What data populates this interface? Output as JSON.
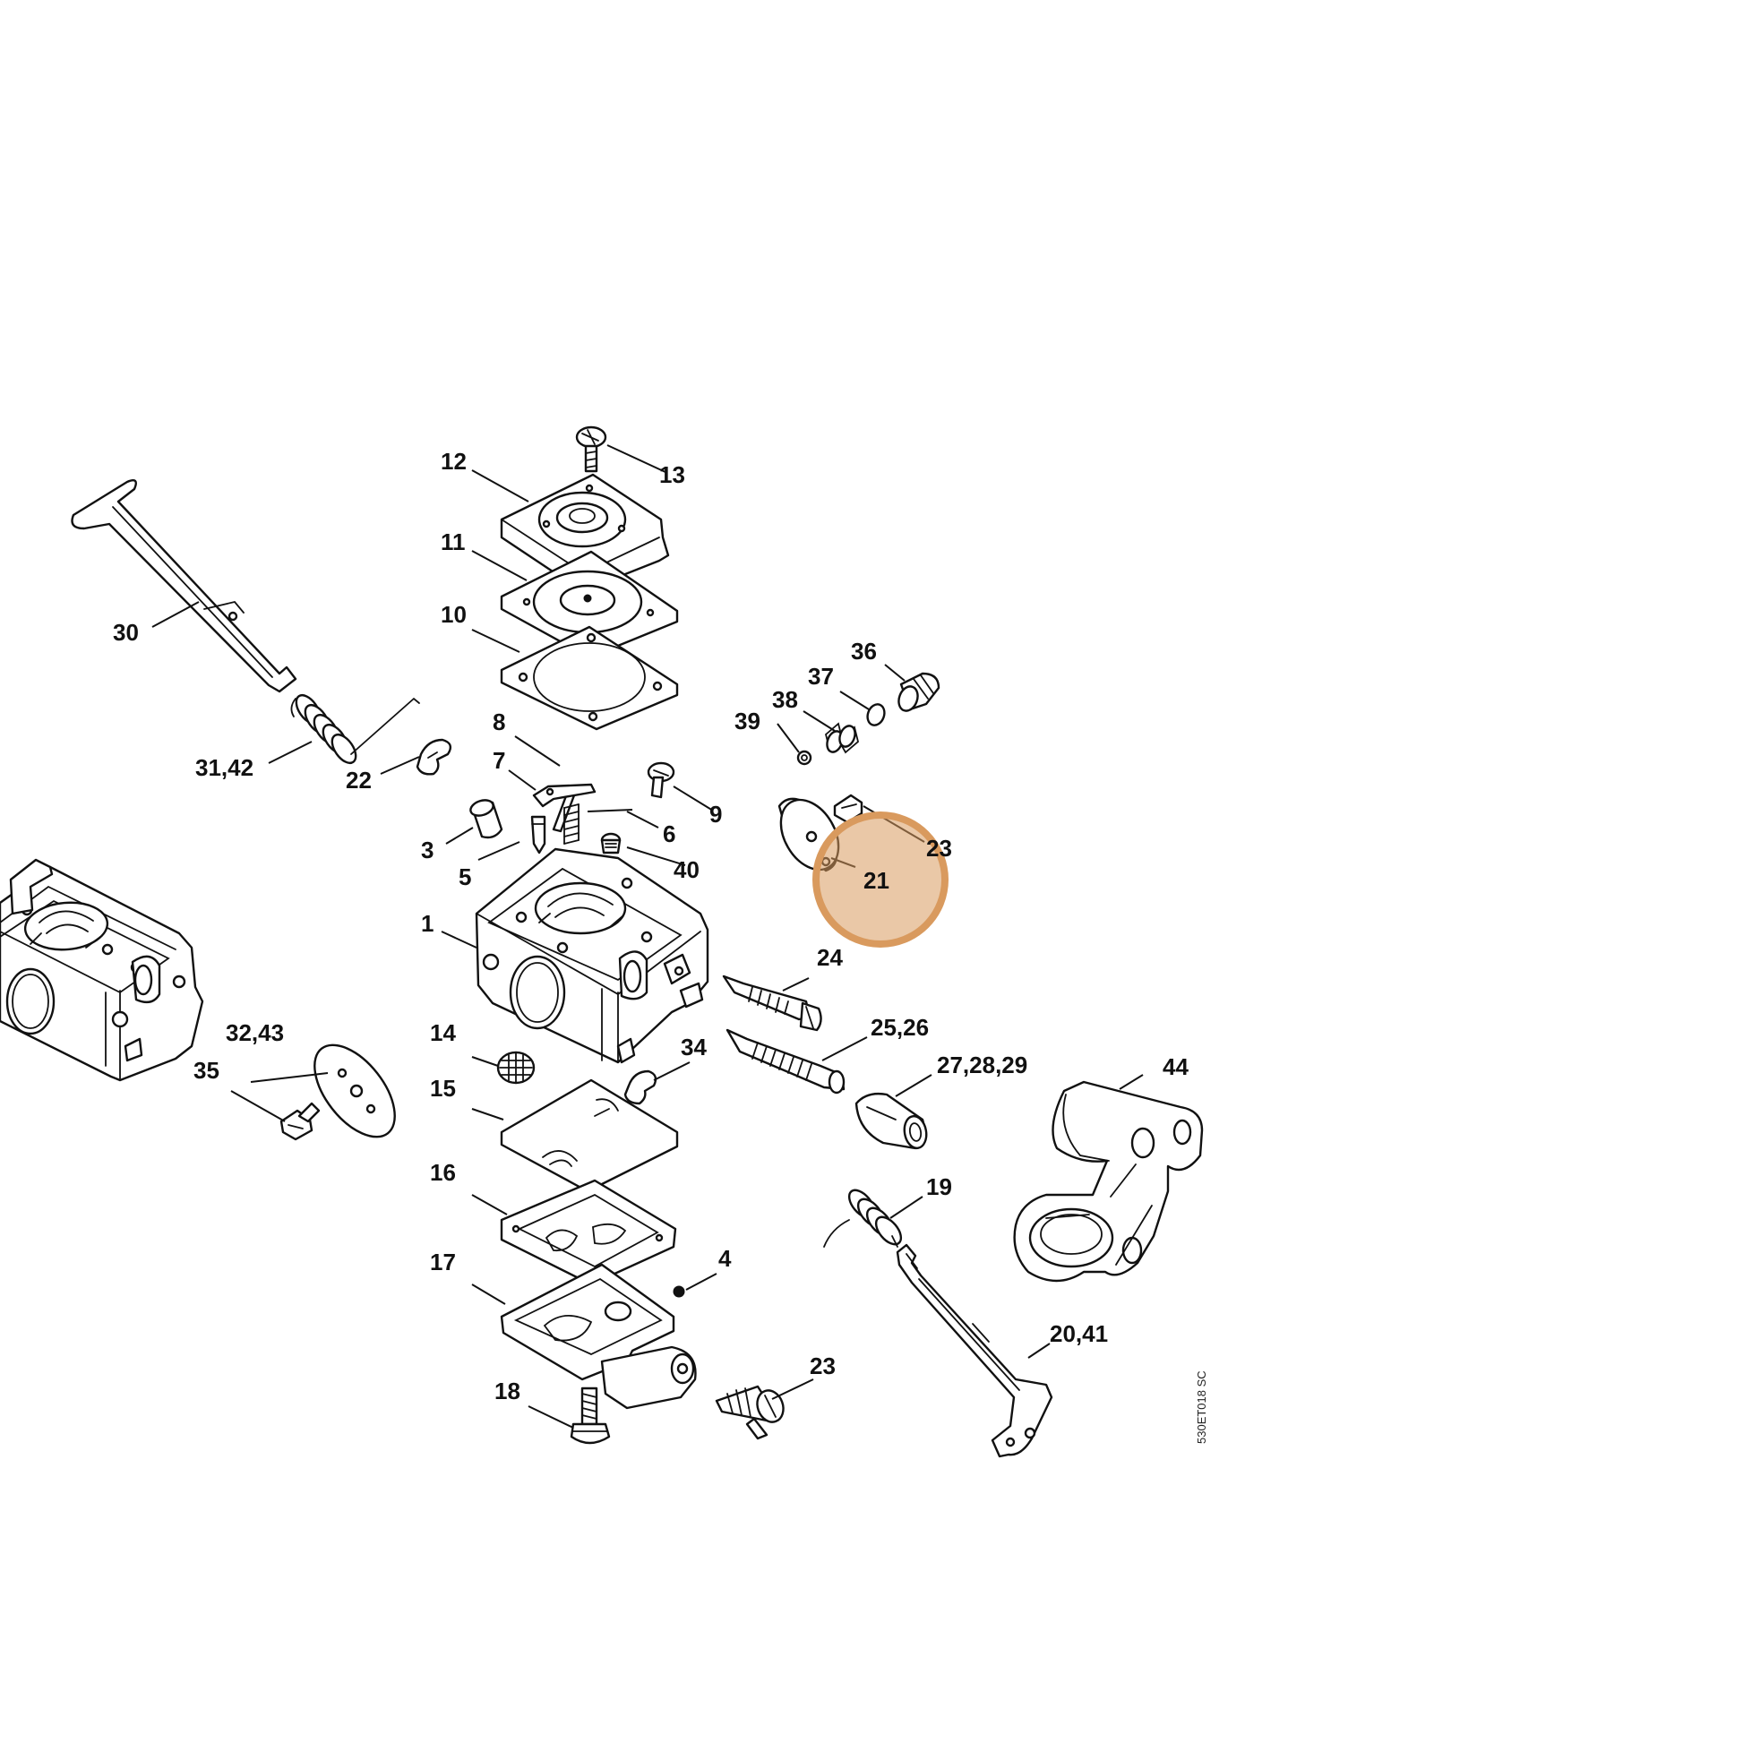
{
  "diagram": {
    "reference_code": "530ET018 SC",
    "highlight_color": "#d99a5e",
    "highlighted_label": "21",
    "labels": {
      "l1": "1",
      "l3": "3",
      "l4": "4",
      "l5": "5",
      "l6": "6",
      "l7": "7",
      "l8": "8",
      "l9": "9",
      "l10": "10",
      "l11": "11",
      "l12": "12",
      "l13": "13",
      "l14": "14",
      "l15": "15",
      "l16": "16",
      "l17": "17",
      "l18": "18",
      "l19": "19",
      "l20_41": "20,41",
      "l21": "21",
      "l22": "22",
      "l23_a": "23",
      "l23_b": "23",
      "l24": "24",
      "l25_26": "25,26",
      "l27_28_29": "27,28,29",
      "l30": "30",
      "l31_42": "31,42",
      "l32_43": "32,43",
      "l34": "34",
      "l35": "35",
      "l36": "36",
      "l37": "37",
      "l38": "38",
      "l39": "39",
      "l40": "40",
      "l44": "44"
    }
  }
}
